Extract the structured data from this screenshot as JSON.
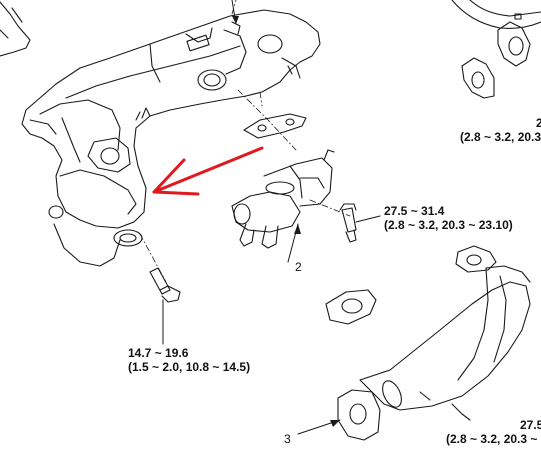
{
  "torque_specs": [
    {
      "id": "egr-valve-bolt",
      "line1": "27.5 ~ 31.4",
      "line2": "(2.8 ~ 3.2, 20.3 ~ 23.10)"
    },
    {
      "id": "manifold-bolt",
      "line1": "14.7 ~ 19.6",
      "line2": "(1.5 ~ 2.0, 10.8 ~ 14.5)"
    },
    {
      "id": "top-right-partial",
      "line1": "2",
      "line2": "(2.8 ~ 3.2, 20.3"
    },
    {
      "id": "bottom-right-partial",
      "line1": "27.5",
      "line2": "(2.8 ~ 3.2, 20.3 ~ 23.1"
    }
  ],
  "callouts": [
    {
      "id": "egr-valve",
      "number": "2"
    },
    {
      "id": "egr-cooler-pipe",
      "number": "3"
    }
  ],
  "colors": {
    "line": "#1a1a1a",
    "arrow": "#e0191e",
    "background": "#ffffff"
  }
}
